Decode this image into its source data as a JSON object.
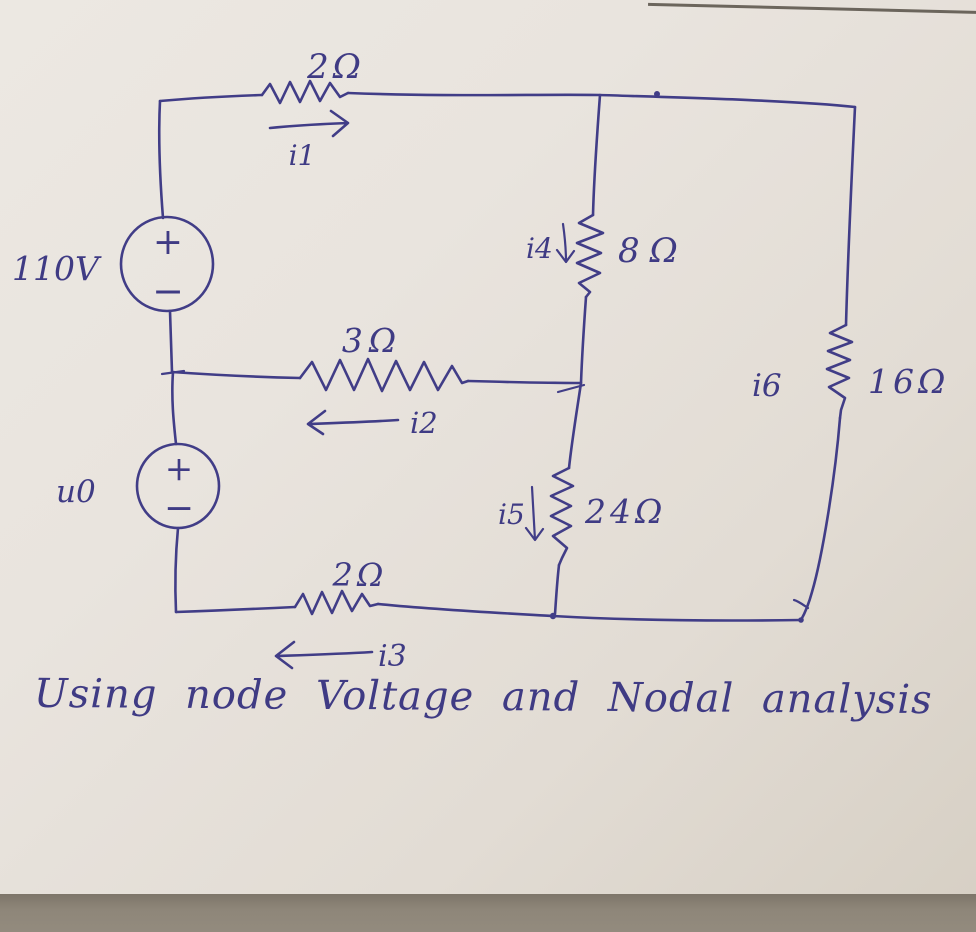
{
  "scene": {
    "kind": "hand-drawn circuit diagram on paper",
    "ink_color": "#413d87",
    "paper_color": "#e9e4de",
    "table_color": "#8e8679"
  },
  "caption": "Using node Voltage and Nodal analysis",
  "circuit": {
    "source1": {
      "label": "110V",
      "plus": "+",
      "minus": "−"
    },
    "source2": {
      "label": "u0",
      "plus": "+",
      "minus": "−"
    },
    "resistors": {
      "r_top": "2Ω",
      "r_mid": "3Ω",
      "r_bottom": "2Ω",
      "r_branch_upper": "8Ω",
      "r_branch_lower": "24Ω",
      "r_right": "16Ω"
    },
    "currents": {
      "i1": "i1",
      "i2": "i2",
      "i3": "i3",
      "i4": "i4",
      "i5": "i5",
      "i6": "i6"
    }
  }
}
